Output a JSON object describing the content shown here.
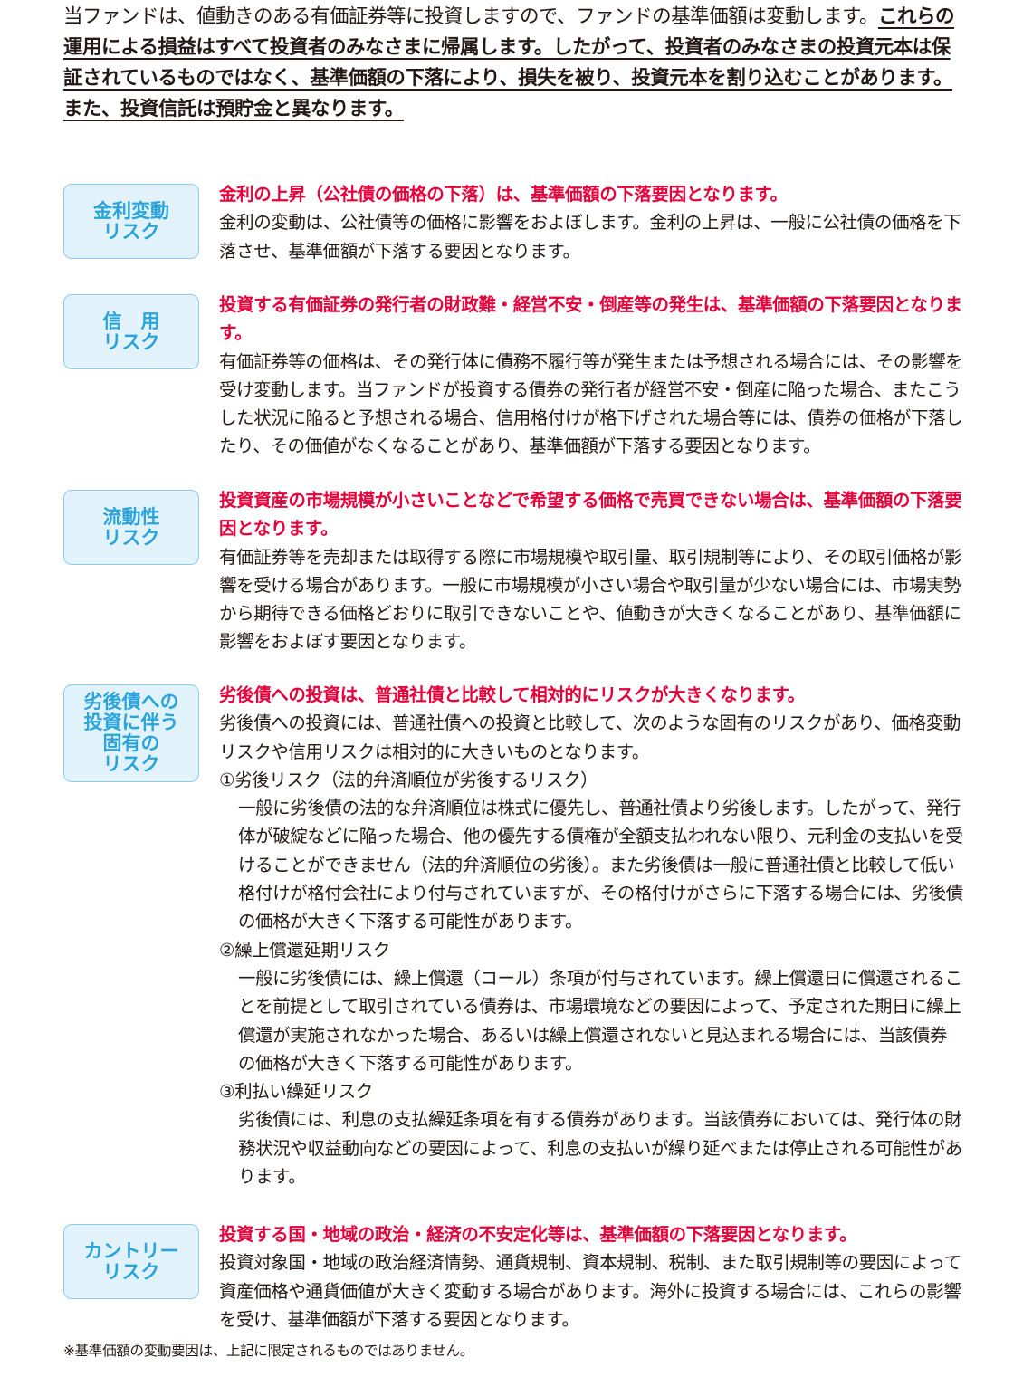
{
  "intro": {
    "plain": "当ファンドは、値動きのある有価証券等に投資しますので、ファンドの基準価額は変動します。",
    "underlined": "これらの運用による損益はすべて投資者のみなさまに帰属します。したがって、投資者のみなさまの投資元本は保証されているものではなく、基準価額の下落により、損失を被り、投資元本を割り込むことがあります。",
    "underlined2": "また、投資信託は預貯金と異なります。"
  },
  "sections": [
    {
      "label_lines": [
        "金利変動",
        "リスク"
      ],
      "headline": "金利の上昇（公社債の価格の下落）は、基準価額の下落要因となります。",
      "text": "金利の変動は、公社債等の価格に影響をおよぼします。金利の上昇は、一般に公社債の価格を下落させ、基準価額が下落する要因となります。"
    },
    {
      "label_lines": [
        "信　用",
        "リスク"
      ],
      "headline": "投資する有価証券の発行者の財政難・経営不安・倒産等の発生は、基準価額の下落要因となります。",
      "text": "有価証券等の価格は、その発行体に債務不履行等が発生または予想される場合には、その影響を受け変動します。当ファンドが投資する債券の発行者が経営不安・倒産に陥った場合、またこうした状況に陥ると予想される場合、信用格付けが格下げされた場合等には、債券の価格が下落したり、その価値がなくなることがあり、基準価額が下落する要因となります。"
    },
    {
      "label_lines": [
        "流動性",
        "リスク"
      ],
      "headline": "投資資産の市場規模が小さいことなどで希望する価格で売買できない場合は、基準価額の下落要因となります。",
      "text": "有価証券等を売却または取得する際に市場規模や取引量、取引規制等により、その取引価格が影響を受ける場合があります。一般に市場規模が小さい場合や取引量が少ない場合には、市場実勢から期待できる価格どおりに取引できないことや、値動きが大きくなることがあり、基準価額に影響をおよぼす要因となります。"
    },
    {
      "label_lines": [
        "劣後債への",
        "投資に伴う",
        "固有の",
        "リスク"
      ],
      "headline": "劣後債への投資は、普通社債と比較して相対的にリスクが大きくなります。",
      "text": "劣後債への投資には、普通社債への投資と比較して、次のような固有のリスクがあり、価格変動リスクや信用リスクは相対的に大きいものとなります。",
      "subitems": [
        {
          "title": "①劣後リスク（法的弁済順位が劣後するリスク）",
          "text": "一般に劣後債の法的な弁済順位は株式に優先し、普通社債より劣後します。したがって、発行体が破綻などに陥った場合、他の優先する債権が全額支払われない限り、元利金の支払いを受けることができません（法的弁済順位の劣後）。また劣後債は一般に普通社債と比較して低い格付けが格付会社により付与されていますが、その格付けがさらに下落する場合には、劣後債の価格が大きく下落する可能性があります。"
        },
        {
          "title": "②繰上償還延期リスク",
          "text": "一般に劣後債には、繰上償還（コール）条項が付与されています。繰上償還日に償還されることを前提として取引されている債券は、市場環境などの要因によって、予定された期日に繰上償還が実施されなかった場合、あるいは繰上償還されないと見込まれる場合には、当該債券の価格が大きく下落する可能性があります。"
        },
        {
          "title": "③利払い繰延リスク",
          "text": "劣後債には、利息の支払繰延条項を有する債券があります。当該債券においては、発行体の財務状況や収益動向などの要因によって、利息の支払いが繰り延べまたは停止される可能性があります。"
        }
      ]
    },
    {
      "label_lines": [
        "カントリー",
        "リスク"
      ],
      "headline": "投資する国・地域の政治・経済の不安定化等は、基準価額の下落要因となります。",
      "text": "投資対象国・地域の政治経済情勢、通貨規制、資本規制、税制、また取引規制等の要因によって資産価格や通貨価値が大きく変動する場合があります。海外に投資する場合には、これらの影響を受け、基準価額が下落する要因となります。"
    }
  ],
  "footnote": "※基準価額の変動要因は、上記に限定されるものではありません。",
  "colors": {
    "headline": "#e5003a",
    "badge_text": "#2aa4db",
    "badge_bg": "#e2f2fa",
    "badge_border": "#8dcde9"
  }
}
